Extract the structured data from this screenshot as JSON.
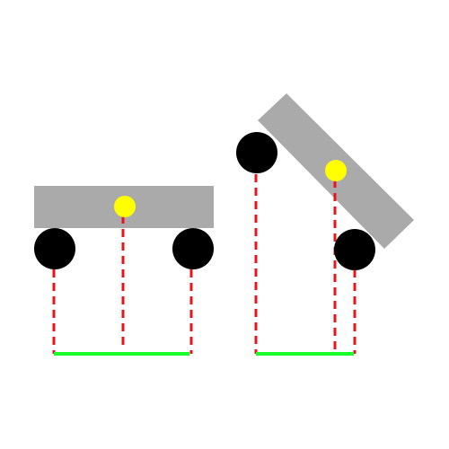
{
  "colors": {
    "background": "#ffffff",
    "beam": "#aaaaaa",
    "wheel": "#000000",
    "center_of_mass": "#ffff00",
    "projection_line": "#e8141a",
    "support_base": "#19ff2a"
  },
  "diagram": {
    "panels": [
      {
        "id": "level",
        "beam": "horizontal",
        "wheels": 2,
        "center_of_mass": "between-wheels",
        "support_base": "between-wheel-contacts"
      },
      {
        "id": "tilted",
        "beam": "tilted",
        "wheels": 2,
        "center_of_mass": "over-support-base",
        "support_base": "between-wheel-contacts"
      }
    ]
  }
}
